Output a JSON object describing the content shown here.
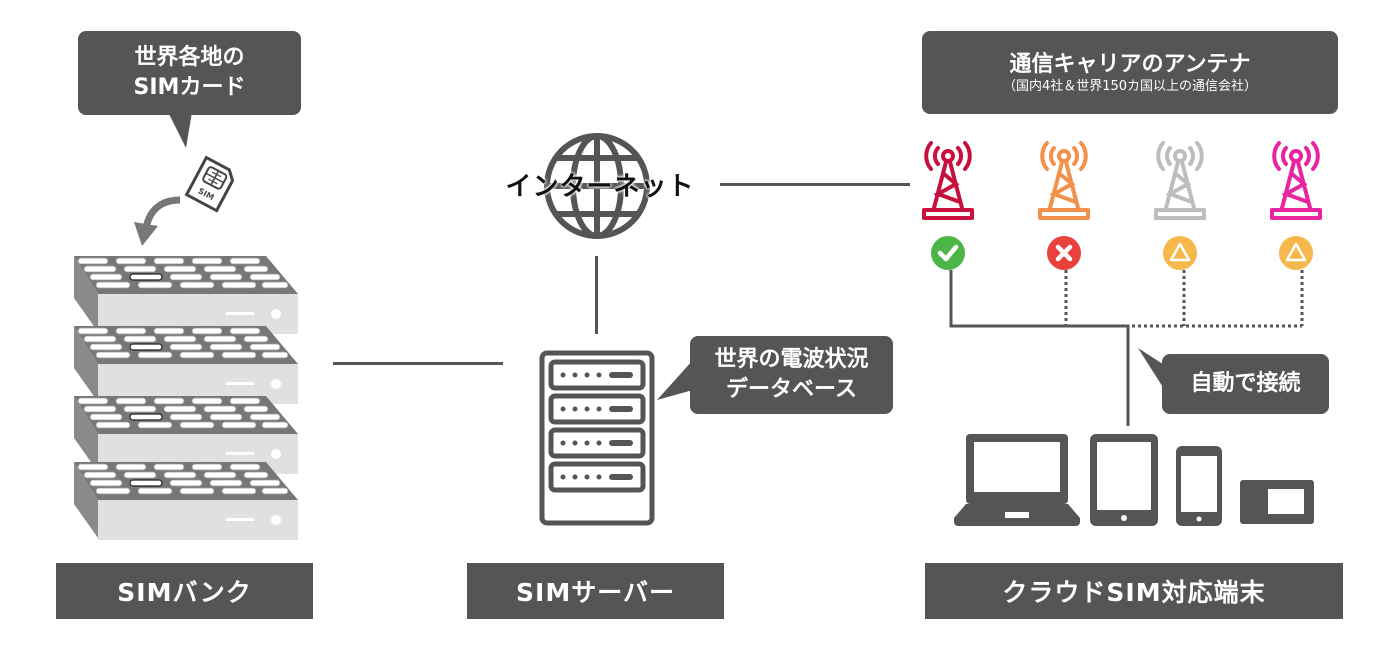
{
  "bubbles": {
    "sim_cards": {
      "line1": "世界各地の",
      "line2": "SIMカード"
    },
    "database": {
      "line1": "世界の電波状況",
      "line2": "データベース"
    },
    "carriers": {
      "title": "通信キャリアのアンテナ",
      "subtitle": "（国内4社＆世界150カ国以上の通信会社）"
    },
    "auto_connect": {
      "text": "自動で接続"
    }
  },
  "internet_label": "インターネット",
  "sim_card_chip_text": "SIM",
  "footer_labels": {
    "sim_bank": "SIMバンク",
    "sim_server": "SIMサーバー",
    "devices": "クラウドSIM対応端末"
  },
  "antennas": [
    {
      "color": "#c8103e",
      "status": "connected",
      "status_icon": "check-icon",
      "status_color": "#4cb648"
    },
    {
      "color": "#f3914a",
      "status": "unavailable",
      "status_icon": "cross-icon",
      "status_color": "#e9423d"
    },
    {
      "color": "#bdbdbd",
      "status": "warning",
      "status_icon": "warning-triangle-icon",
      "status_color": "#f7b84b"
    },
    {
      "color": "#e8259f",
      "status": "warning",
      "status_icon": "warning-triangle-icon",
      "status_color": "#f7b84b"
    }
  ],
  "devices": [
    "laptop",
    "tablet",
    "smartphone",
    "mobile-wifi-router"
  ],
  "colors": {
    "box": "#555555",
    "line": "#555555",
    "background": "#ffffff"
  }
}
